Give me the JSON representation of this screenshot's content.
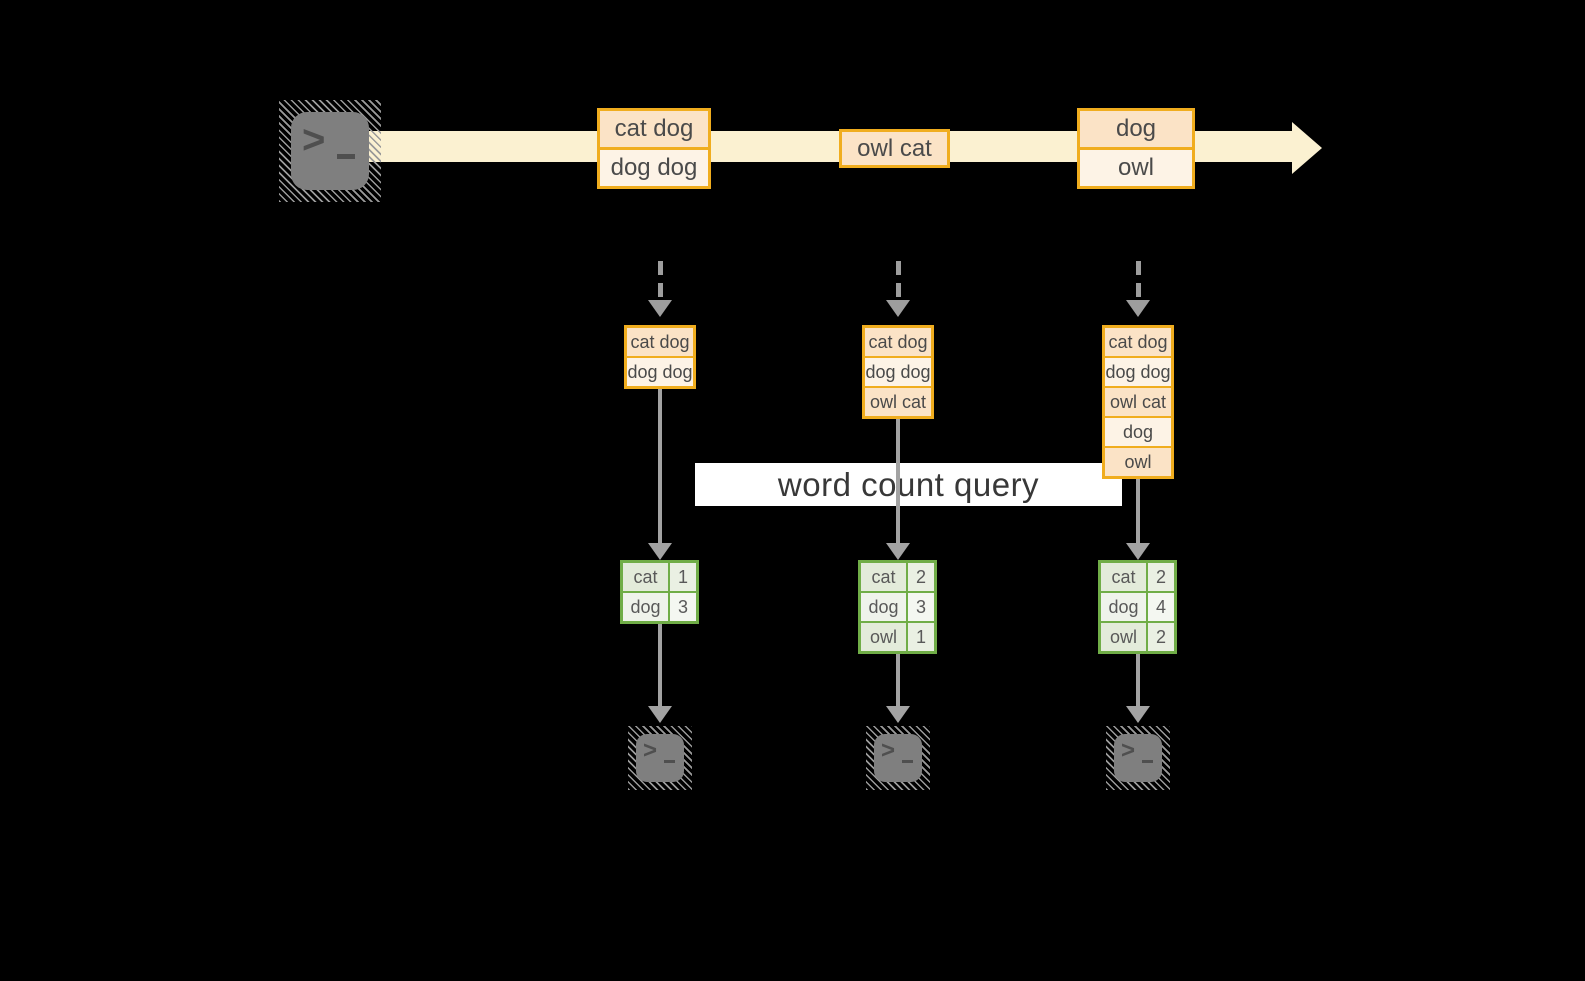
{
  "diagram": {
    "query_label": "word count query",
    "colors": {
      "background": "#000000",
      "stream_band": "#FBF1D1",
      "message_border": "#F0AD1E",
      "message_fill_dark": "#FBE3C6",
      "message_fill_light": "#FDF3E6",
      "table_border": "#70AD47",
      "table_fill_dark": "#E3EBDA",
      "table_fill_dark_num": "#EAF0E3",
      "table_fill_light": "#EFF3EB",
      "table_fill_light_num": "#F4F7F1",
      "arrow_gray": "#A3A3A3",
      "terminal_gray": "#7F7F7F",
      "text_dark": "#4A4A4A"
    },
    "source_terminal": {
      "icon": "terminal-icon",
      "prompt": ">",
      "cursor": "_"
    },
    "stream": {
      "batches": [
        {
          "messages": [
            "cat dog",
            "dog dog"
          ]
        },
        {
          "messages": [
            "owl cat"
          ]
        },
        {
          "messages": [
            "dog",
            "owl"
          ]
        }
      ]
    },
    "columns": [
      {
        "state": [
          "cat dog",
          "dog dog"
        ],
        "counts": [
          {
            "word": "cat",
            "count": 1
          },
          {
            "word": "dog",
            "count": 3
          }
        ]
      },
      {
        "state": [
          "cat dog",
          "dog dog",
          "owl cat"
        ],
        "counts": [
          {
            "word": "cat",
            "count": 2
          },
          {
            "word": "dog",
            "count": 3
          },
          {
            "word": "owl",
            "count": 1
          }
        ]
      },
      {
        "state": [
          "cat dog",
          "dog dog",
          "owl cat",
          "dog",
          "owl"
        ],
        "counts": [
          {
            "word": "cat",
            "count": 2
          },
          {
            "word": "dog",
            "count": 4
          },
          {
            "word": "owl",
            "count": 2
          }
        ]
      }
    ],
    "sink_terminals": [
      {
        "icon": "terminal-icon",
        "prompt": ">",
        "cursor": "_"
      },
      {
        "icon": "terminal-icon",
        "prompt": ">",
        "cursor": "_"
      },
      {
        "icon": "terminal-icon",
        "prompt": ">",
        "cursor": "_"
      }
    ]
  }
}
